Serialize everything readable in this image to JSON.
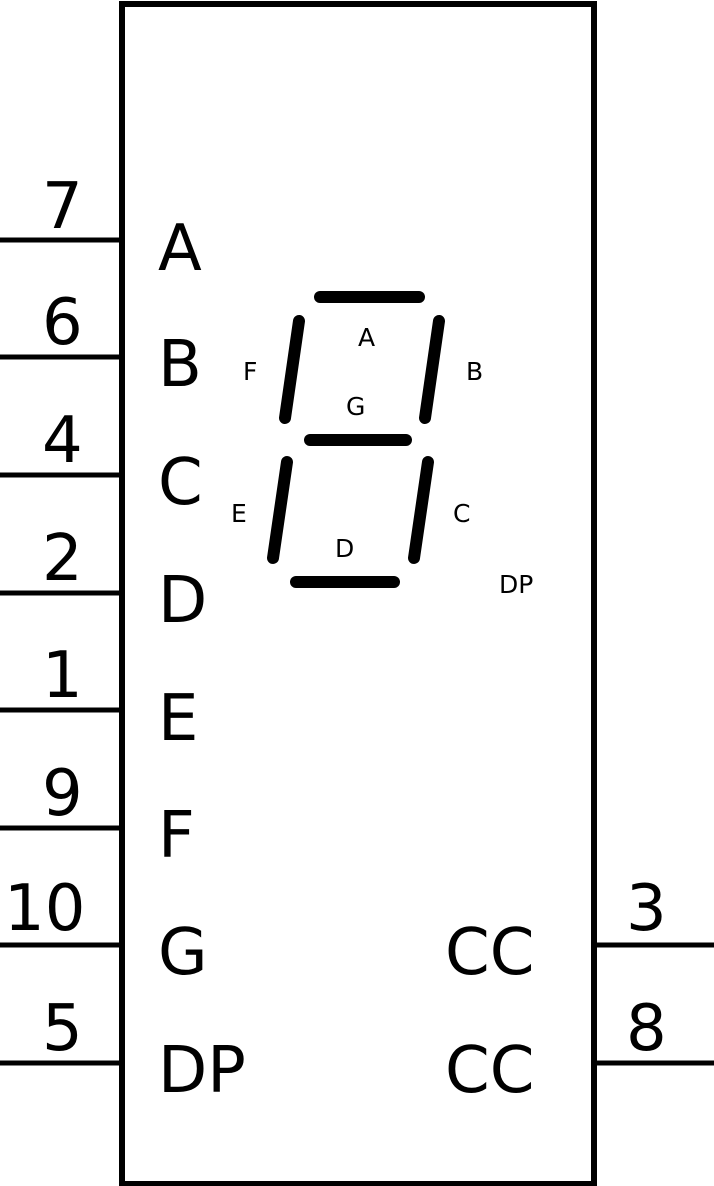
{
  "left_pins": [
    {
      "number": "7",
      "name": "A"
    },
    {
      "number": "6",
      "name": "B"
    },
    {
      "number": "4",
      "name": "C"
    },
    {
      "number": "2",
      "name": "D"
    },
    {
      "number": "1",
      "name": "E"
    },
    {
      "number": "9",
      "name": "F"
    },
    {
      "number": "10",
      "name": "G"
    },
    {
      "number": "5",
      "name": "DP"
    }
  ],
  "right_pins": [
    {
      "number": "3",
      "name": "CC"
    },
    {
      "number": "8",
      "name": "CC"
    }
  ],
  "segment_labels": {
    "A": "A",
    "B": "B",
    "C": "C",
    "D": "D",
    "E": "E",
    "F": "F",
    "G": "G",
    "DP": "DP"
  },
  "colors": {
    "stroke": "#000000",
    "background": "#ffffff"
  }
}
